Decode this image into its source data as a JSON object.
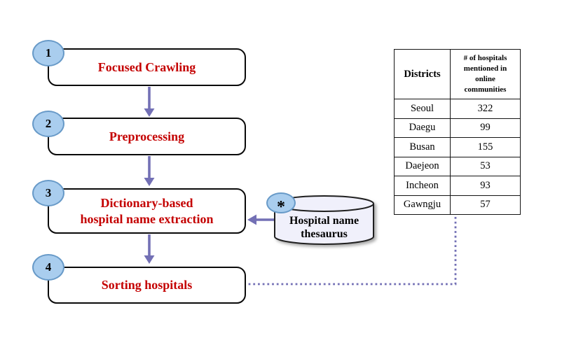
{
  "colors": {
    "step_label_color": "#c40000",
    "arrow_color": "#7370b5",
    "badge_fill": "#a9cdee",
    "badge_border": "#689ac8",
    "cylinder_fill": "#f0f0fb",
    "box_border": "#0a0a0a"
  },
  "flowchart": {
    "steps": [
      {
        "number": "1",
        "label": "Focused Crawling"
      },
      {
        "number": "2",
        "label": "Preprocessing"
      },
      {
        "number": "3",
        "label": "Dictionary-based\nhospital name extraction"
      },
      {
        "number": "4",
        "label": "Sorting hospitals"
      }
    ],
    "datastore": {
      "badge": "*",
      "label": "Hospital name\nthesaurus"
    }
  },
  "table": {
    "headers": [
      "Districts",
      "# of hospitals\nmentioned in\nonline\ncommunities"
    ],
    "rows": [
      {
        "district": "Seoul",
        "count": "322"
      },
      {
        "district": "Daegu",
        "count": "99"
      },
      {
        "district": "Busan",
        "count": "155"
      },
      {
        "district": "Daejeon",
        "count": "53"
      },
      {
        "district": "Incheon",
        "count": "93"
      },
      {
        "district": "Gawngju",
        "count": "57"
      }
    ]
  }
}
